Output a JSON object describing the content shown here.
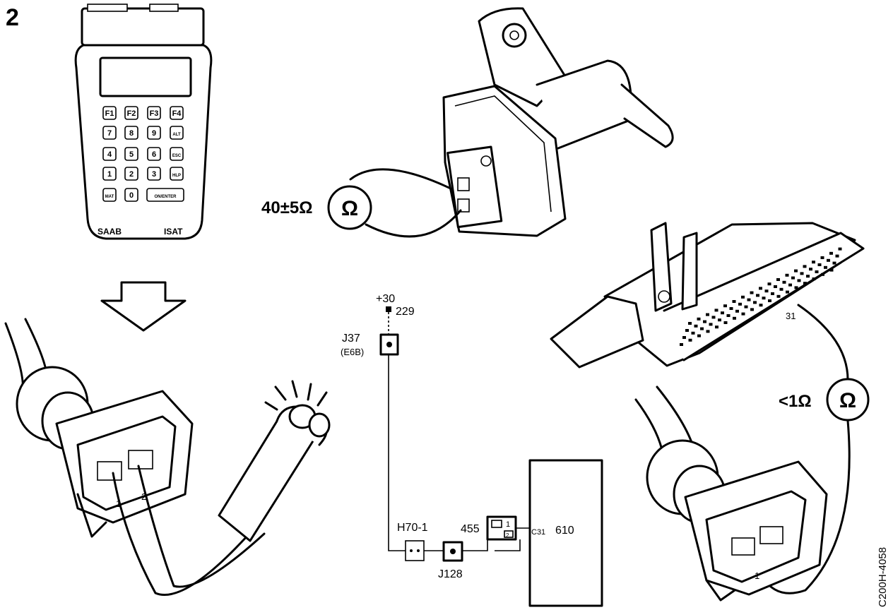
{
  "figure": {
    "step_number": "2",
    "tester": {
      "brand": "SAAB",
      "model": "ISAT",
      "keys": [
        "F1",
        "F2",
        "F3",
        "F4",
        "7",
        "8",
        "9",
        "ALT",
        "4",
        "5",
        "6",
        "ESC",
        "1",
        "2",
        "3",
        "HLP",
        "MAT",
        "0",
        "ON/ENTER"
      ]
    },
    "meter_top": {
      "resistance": "40±5Ω",
      "symbol": "Ω"
    },
    "meter_right": {
      "resistance": "<1Ω",
      "symbol": "Ω"
    },
    "ecu_pin_label": "31",
    "left_connector_pins": [
      "1",
      "2"
    ],
    "right_connector_pin": "1",
    "schematic": {
      "supply": "+30",
      "wire_229": "229",
      "junction_j37": "J37",
      "junction_j37_sub": "(E6B)",
      "connector_h70": "H70-1",
      "junction_j128": "J128",
      "wire_455": "455",
      "pin_c31": "C31",
      "component": "610",
      "relay_pins": [
        "1",
        "2"
      ]
    },
    "figure_code": "C200H-4058"
  }
}
